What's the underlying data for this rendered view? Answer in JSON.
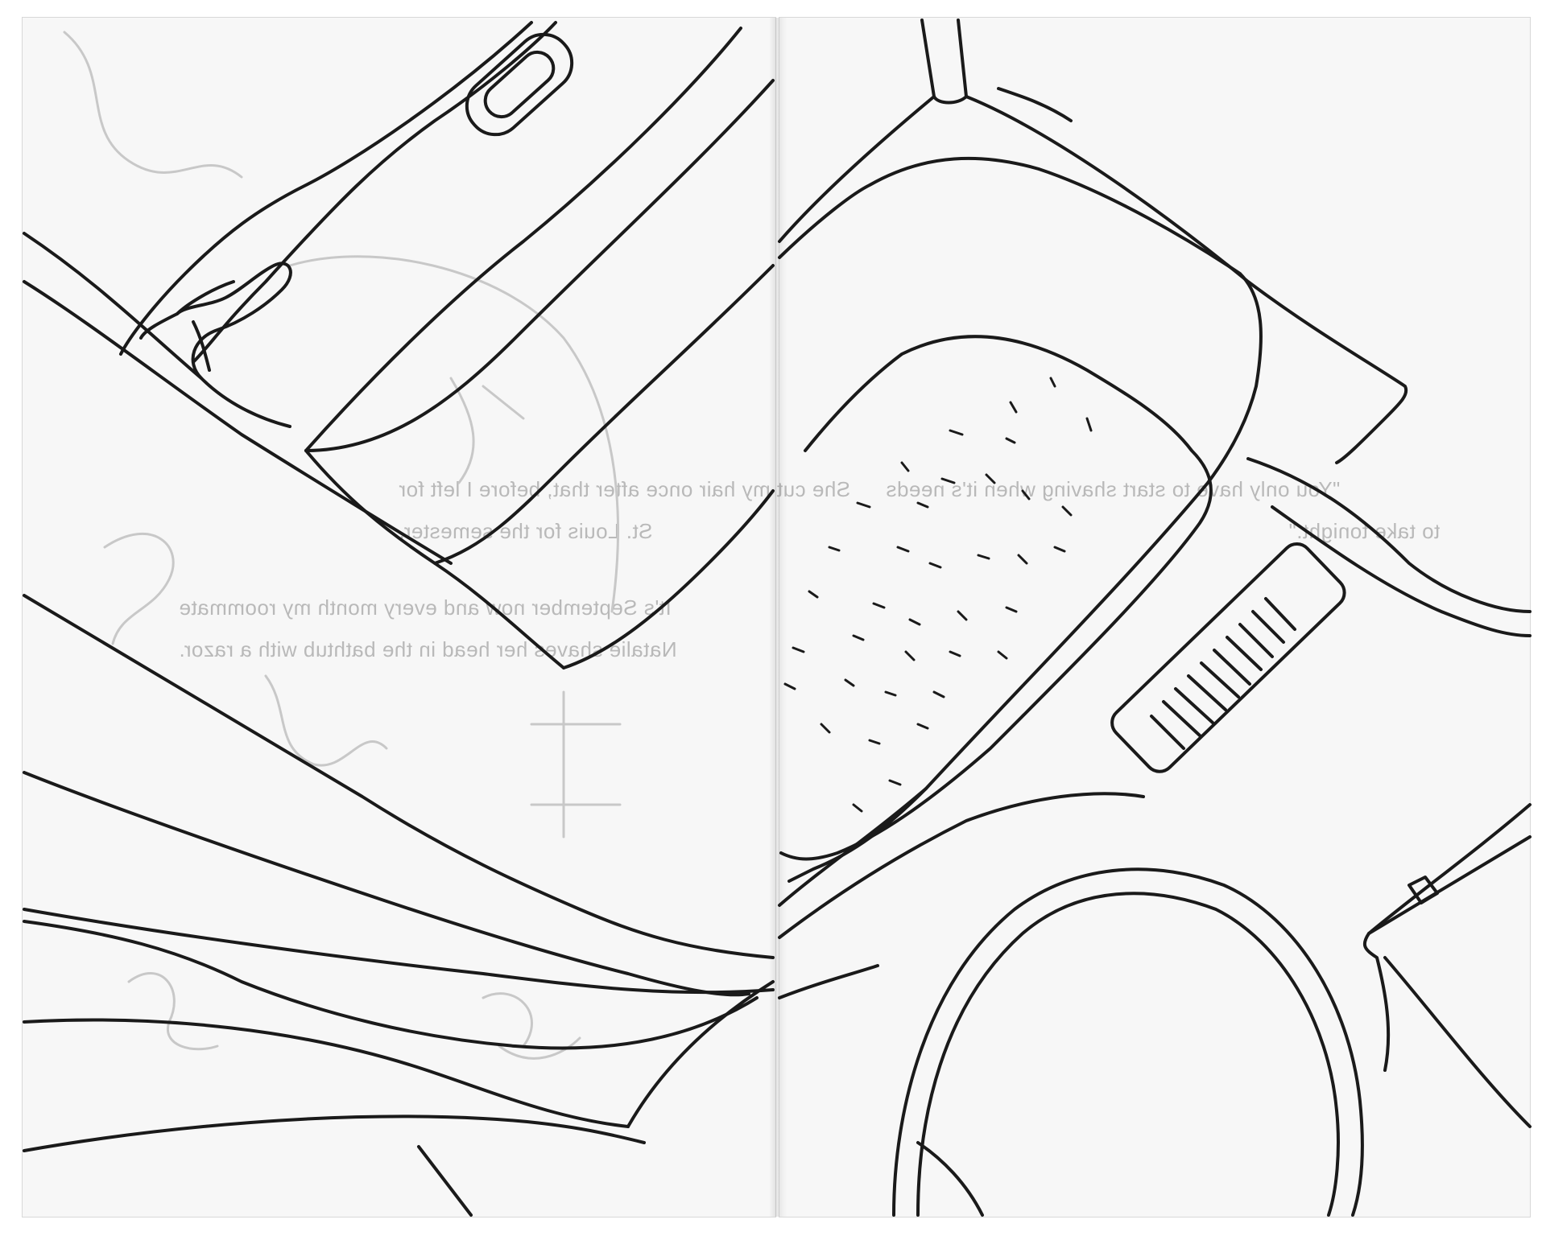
{
  "spread": {
    "ink_color": "#1a1a1a",
    "paper_color": "#f7f7f7",
    "bleed_text_color": "#b9b9b9"
  },
  "left_page": {
    "bleed_through_text": [
      "She cut my hair once after that, before I left for",
      "St. Louis for the semester.",
      "It's September now and every month my roommate",
      "Natalie shaves her head in the bathtub with a razor."
    ]
  },
  "right_page": {
    "bleed_through_text": [
      "\"You only have to start shaving when it's needs",
      "to take tonight.\""
    ]
  }
}
